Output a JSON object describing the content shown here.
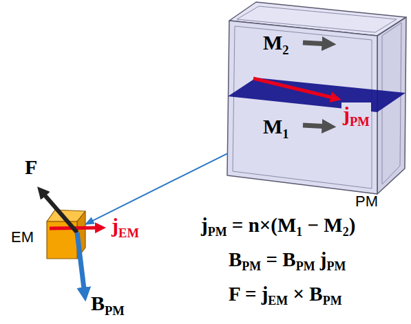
{
  "diagram": {
    "nodes": [
      {
        "text": [
          "M2",
          "jPM",
          "M1",
          "PM"
        ]
      },
      {
        "text": [
          "EM",
          "jEM"
        ]
      }
    ],
    "edges": [
      {
        "from": 0,
        "to": 1,
        "arrow": "to"
      }
    ],
    "labels": [
      "F",
      "BPM",
      "jPM = n×(M1 − M2)",
      "BPM = BPM jPM",
      "F = jEM × BPM"
    ]
  }
}
